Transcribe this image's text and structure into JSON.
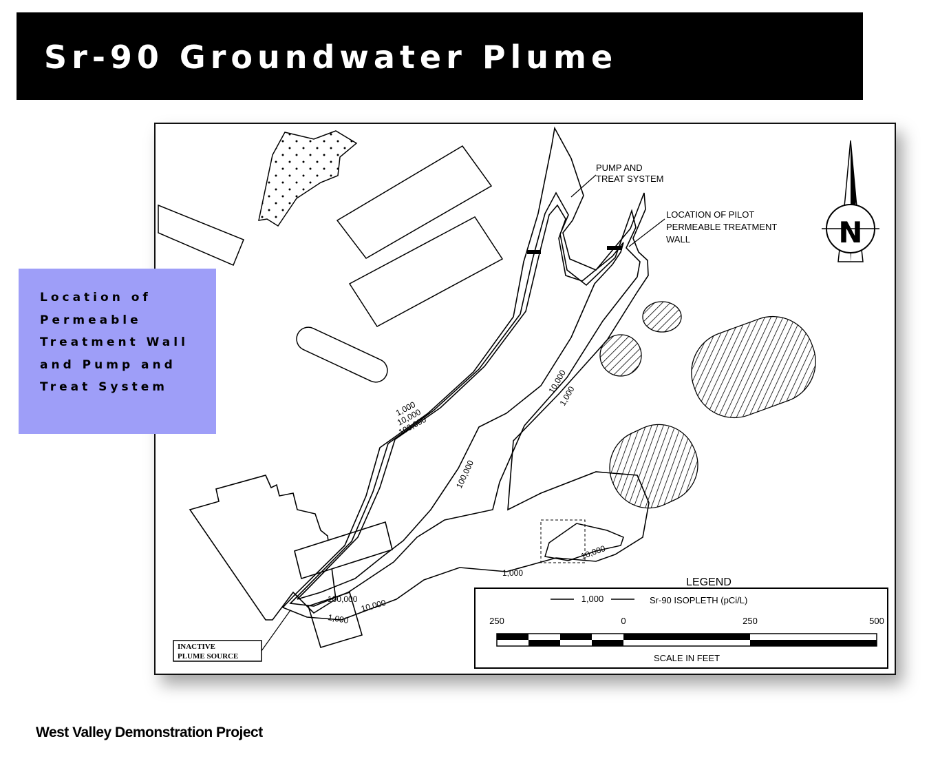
{
  "title": "Sr-90 Groundwater Plume",
  "callout": "Location of Permeable Treatment Wall and Pump and Treat System",
  "footer": "West Valley Demonstration Project",
  "map": {
    "annotations": {
      "pump_treat_1": "PUMP AND",
      "pump_treat_2": "TREAT SYSTEM",
      "pilot_1": "LOCATION OF PILOT",
      "pilot_2": "PERMEABLE TREATMENT",
      "pilot_3": "WALL",
      "source_1": "INACTIVE",
      "source_2": "PLUME SOURCE"
    },
    "north": "N",
    "contours": {
      "c1000_a": "1,000",
      "c10000_a": "10,000",
      "c100000_a": "100,000",
      "c10000_b": "10,000",
      "c1000_b": "1,000",
      "c100000_b": "100,000",
      "c1000_c": "1,000",
      "c10000_c": "10,000",
      "c100000_c": "100,000",
      "c10000_d": "10,000",
      "c1000_d": "1,000"
    },
    "legend": {
      "title": "LEGEND",
      "sample_value": "1,000",
      "isopleth_label": "Sr-90 ISOPLETH (pCi/L)",
      "scale_ticks": [
        "250",
        "0",
        "250",
        "500"
      ],
      "scale_caption": "SCALE IN FEET"
    }
  }
}
